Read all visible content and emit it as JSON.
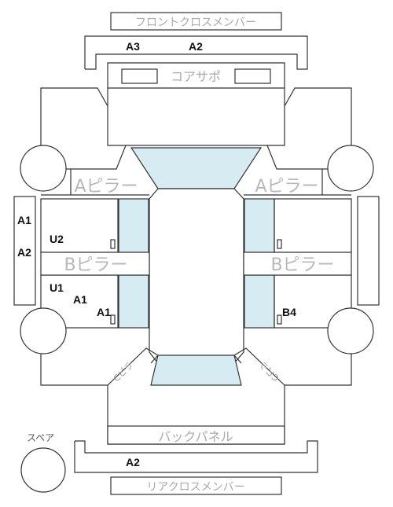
{
  "parts": {
    "front_cross_member": "フロントクロスメンバー",
    "core_support": "コアサポ",
    "a_pillar_left": "Aピラー",
    "a_pillar_right": "Aピラー",
    "b_pillar_left": "Bピラー",
    "b_pillar_right": "Bピラー",
    "back_panel": "バックパネル",
    "rear_cross_member": "リアクロスメンバー",
    "spare": "スペア",
    "c_pillar_left": "Cピラ",
    "c_pillar_right": "Cピラ"
  },
  "codes": {
    "front_left": "A3",
    "front_right": "A2",
    "side_left_upper": "A1",
    "side_left_lower": "A2",
    "u2": "U2",
    "u1": "U1",
    "left_a1": "A1",
    "left_a1_lower": "A1",
    "right_b4": "B4",
    "rear": "A2"
  },
  "colors": {
    "glass": "#d6ebf2",
    "line": "#333333",
    "label": "#aaaaaa"
  }
}
